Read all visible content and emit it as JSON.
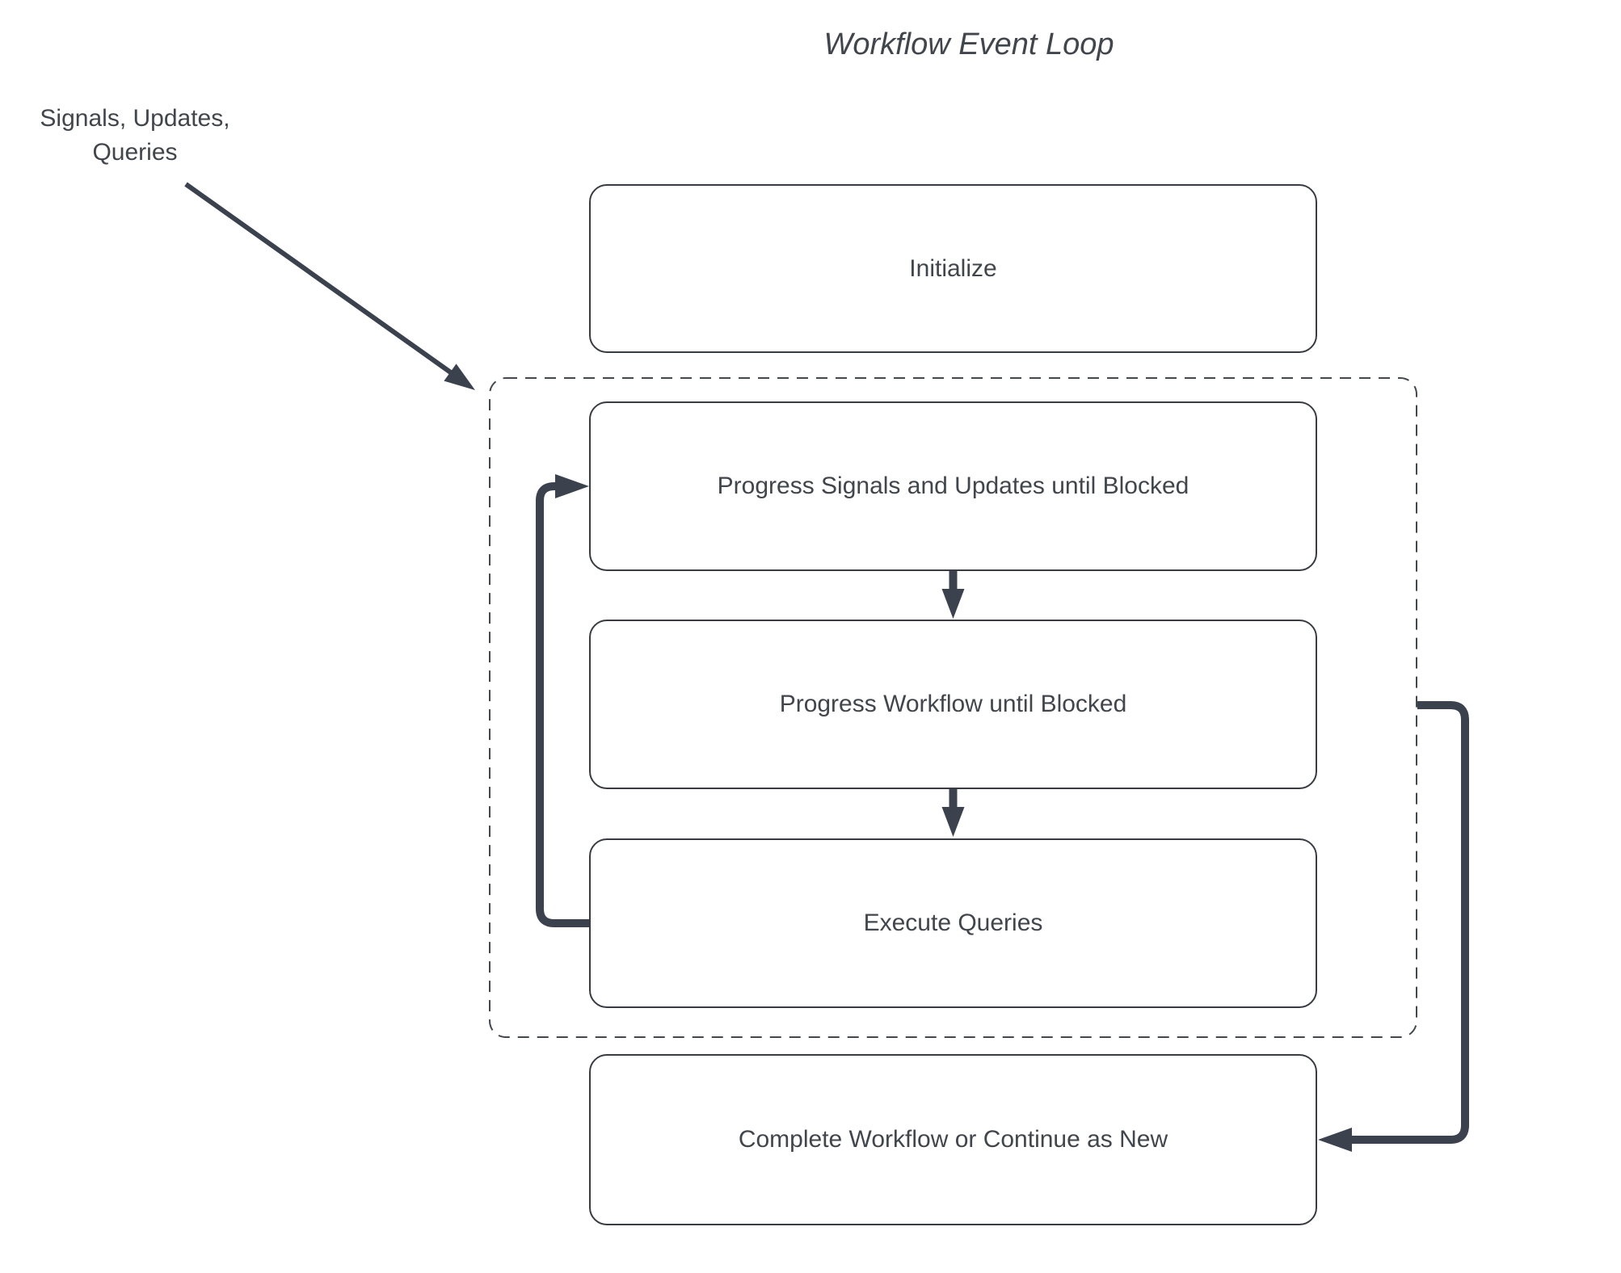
{
  "title": "Workflow Event Loop",
  "external_label": "Signals, Updates, Queries",
  "nodes": {
    "initialize": "Initialize",
    "progress_signals": "Progress Signals and Updates until Blocked",
    "progress_workflow": "Progress Workflow until Blocked",
    "execute_queries": "Execute Queries",
    "complete": "Complete Workflow or Continue as New"
  },
  "colors": {
    "connector": "#3b424e",
    "node_border": "#383c42",
    "group_border": "#43474e",
    "text": "#41454c",
    "background": "#ffffff"
  }
}
